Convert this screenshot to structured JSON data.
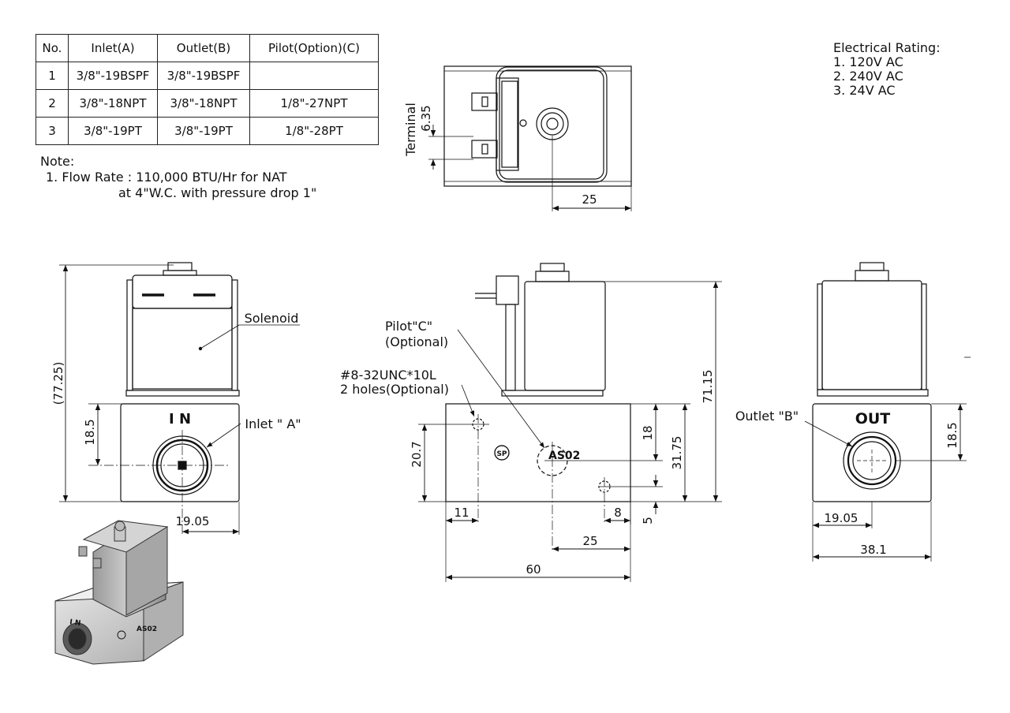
{
  "spec_table": {
    "headers": [
      "No.",
      "Inlet(A)",
      "Outlet(B)",
      "Pilot(Option)(C)"
    ],
    "rows": [
      [
        "1",
        "3/8\"-19BSPF",
        "3/8\"-19BSPF",
        ""
      ],
      [
        "2",
        "3/8\"-18NPT",
        "3/8\"-18NPT",
        "1/8\"-27NPT"
      ],
      [
        "3",
        "3/8\"-19PT",
        "3/8\"-19PT",
        "1/8\"-28PT"
      ]
    ]
  },
  "note": {
    "heading": "Note:",
    "line1": "1. Flow Rate : 110,000 BTU/Hr for NAT",
    "line2": "at 4\"W.C. with  pressure drop 1\""
  },
  "electrical": {
    "heading": "Electrical Rating:",
    "items": [
      "1. 120V AC",
      "2. 240V AC",
      "3. 24V AC"
    ]
  },
  "top_view": {
    "terminal_label": "Terminal",
    "terminal_dim": "6.35",
    "width_dim": "25"
  },
  "left_view": {
    "height_dim": "(77.25)",
    "solenoid_label": "Solenoid",
    "inlet_label": "Inlet \" A\"",
    "body_mark": "I N",
    "center_height_dim": "18.5",
    "center_offset_dim": "19.05"
  },
  "front_view": {
    "pilot_label_1": "Pilot\"C\"",
    "pilot_label_2": "(Optional)",
    "holes_label_1": "#8-32UNC*10L",
    "holes_label_2": "2 holes(Optional)",
    "model_mark": "AS02",
    "dims": {
      "total_height": "71.15",
      "body_height": "31.75",
      "pilot_height": "18",
      "hole_height": "20.7",
      "hole_offset": "11",
      "hole_right": "8",
      "bottom_offset": "5",
      "pilot_offset": "25",
      "length": "60"
    }
  },
  "right_view": {
    "outlet_label": "Outlet \"B\"",
    "body_mark": "OUT",
    "center_height_dim": "18.5",
    "center_offset_dim": "19.05",
    "width_dim": "38.1"
  },
  "iso_view": {
    "body_mark": "I N",
    "model_mark": "AS02"
  }
}
